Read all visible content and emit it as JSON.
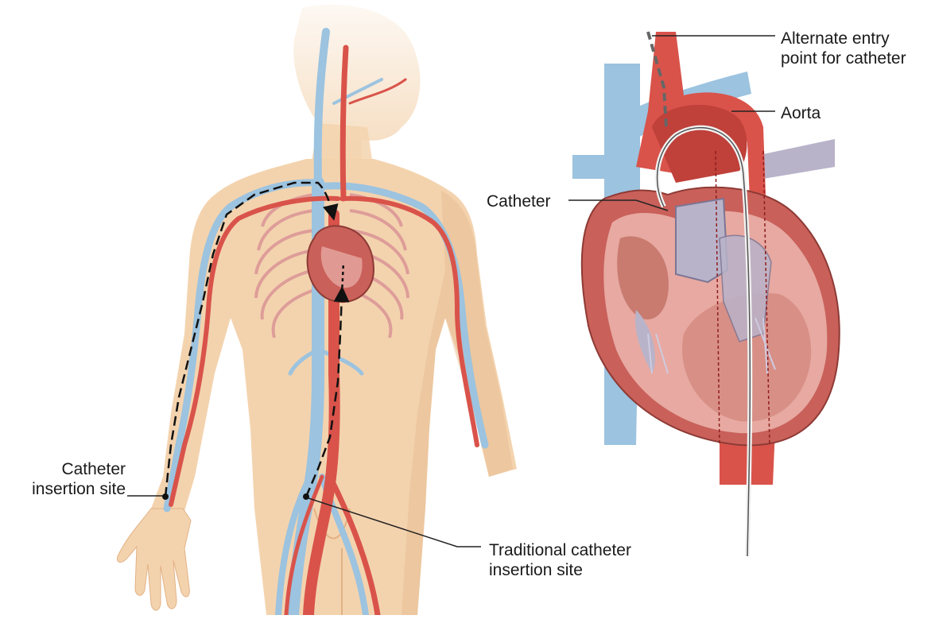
{
  "labels": {
    "arm_insertion": [
      "Catheter",
      "insertion site"
    ],
    "traditional_insertion": [
      "Traditional catheter",
      "insertion site"
    ],
    "alternate_entry": [
      "Alternate entry",
      "point for catheter"
    ],
    "aorta": "Aorta",
    "catheter": "Catheter"
  },
  "colors": {
    "skin": "#f3d3ae",
    "skin_shadow": "#e8bb8f",
    "artery": "#d9534a",
    "artery_dark": "#b8322d",
    "vein": "#9cc3df",
    "vein_dark": "#7aa9cc",
    "heart": "#c9605a",
    "heart_inner": "#e7a9a1",
    "valve": "#b9b3c9",
    "rib": "#d78b92",
    "catheter": "#2b2b2b"
  }
}
